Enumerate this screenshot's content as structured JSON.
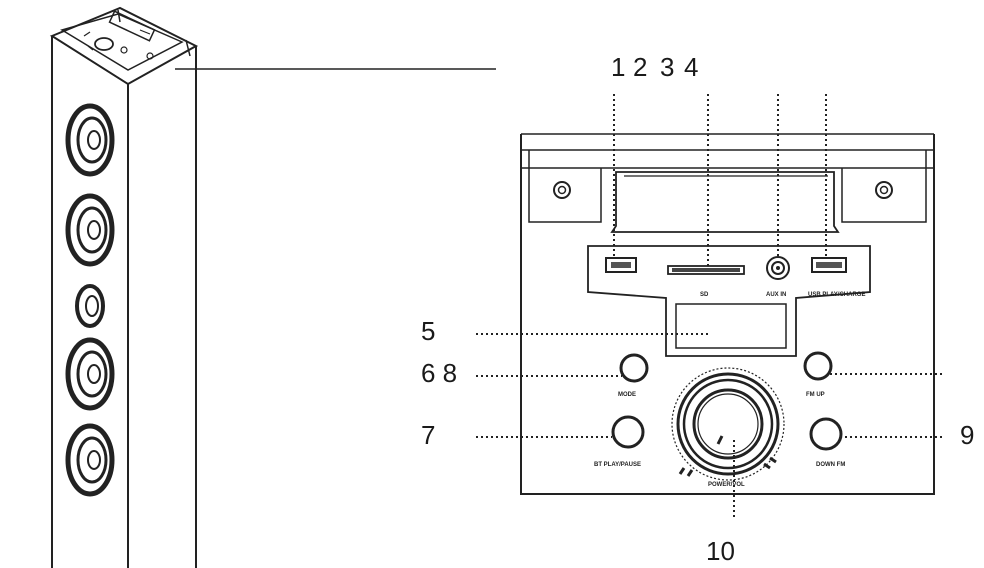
{
  "callouts": {
    "n1": "1",
    "n2": "2",
    "n3": "3",
    "n4": "4",
    "n5": "5",
    "n68": "6 8",
    "n7": "7",
    "n9": "9",
    "n10": "10"
  },
  "panel_labels": {
    "mode": "MODE",
    "fm_up": "FM UP",
    "bt_play_pause": "BT PLAY/PAUSE",
    "down": "DOWN FM",
    "sd": "SD",
    "aux_in": "AUX IN",
    "usb": "USB PLAY/CHARGE",
    "power": "POWER/VOL"
  }
}
